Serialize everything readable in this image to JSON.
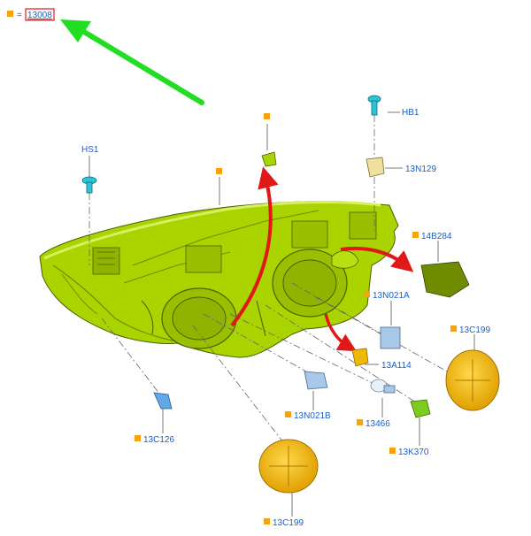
{
  "header": {
    "equals": "=",
    "assembly_ref": "13008"
  },
  "colors": {
    "housing": "#a9d400",
    "housing_dark": "#6f8c00",
    "callout_square": "#f7a20f",
    "label_text": "#1a5fc8",
    "arrow_green": "#22dd22",
    "arrow_red": "#e01818",
    "cover_yellow": "#f0b800",
    "screw_cyan": "#2ec4d8"
  },
  "parts": {
    "hs1": "HS1",
    "hb1": "HB1",
    "p13n129": "13N129",
    "p14b284": "14B284",
    "p13n021a": "13N021A",
    "p13c199_right": "13C199",
    "p13a114": "13A114",
    "p13n021b": "13N021B",
    "p13466": "13466",
    "p13k370": "13K370",
    "p13c126": "13C126",
    "p13c199_bottom": "13C199"
  }
}
